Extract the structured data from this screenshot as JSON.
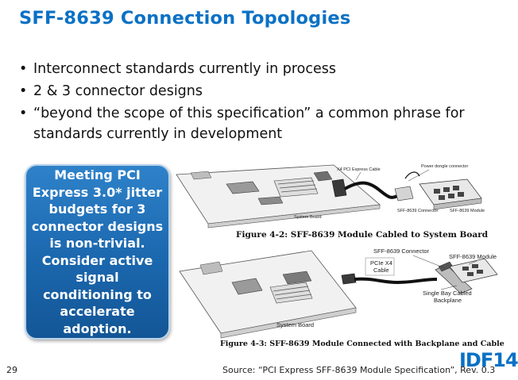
{
  "slide": {
    "title": "SFF-8639 Connection Topologies",
    "bullets": [
      "Interconnect standards currently in process",
      "2 & 3 connector designs",
      "“beyond the scope of this specification” a common phrase for standards currently in development"
    ],
    "bullet_glyph": "•",
    "callout": "Meeting PCI Express 3.0* jitter budgets for 3 connector designs is non-trivial. Consider active signal conditioning to accelerate adoption.",
    "page_number": "29",
    "source": "Source: “PCI Express SFF-8639 Module Specification”, Rev. 0.3",
    "logo": "IDF14"
  },
  "figure1": {
    "labels": {
      "cable": "X4 PCI Express Cable",
      "power_dongle": "Power dongle connector",
      "connector": "SFF-8639 Connector",
      "module": "SFF-8639 Module",
      "board": "System Board"
    },
    "caption": "Figure 4-2:  SFF-8639 Module Cabled to System Board"
  },
  "figure2": {
    "labels": {
      "connector": "SFF-8639 Connector",
      "module": "SFF-8639 Module",
      "cable_line1": "PCIe X4",
      "cable_line2": "Cable",
      "backplane_line1": "Single Bay Cabled",
      "backplane_line2": "Backplane",
      "board": "System Board"
    },
    "caption": "Figure 4-3:  SFF-8639 Module Connected with Backplane and Cable"
  },
  "colors": {
    "accent_blue": "#0a71c5",
    "callout_blue": "#1b67ae"
  }
}
